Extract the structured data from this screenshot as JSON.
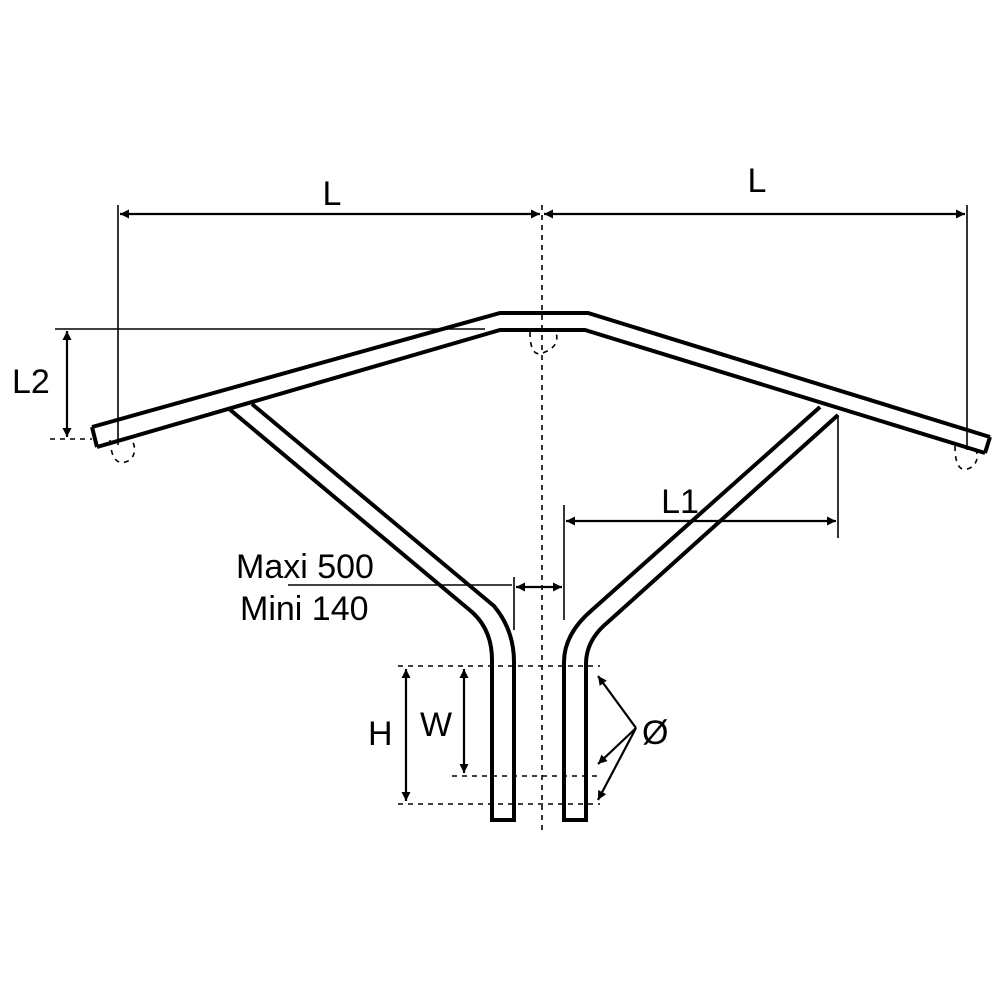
{
  "labels": {
    "length_left": "L",
    "length_right": "L",
    "height_l2": "L2",
    "length_l1": "L1",
    "maxi": "Maxi 500",
    "mini": "Mini 140",
    "height_h": "H",
    "width_w": "W",
    "diameter": "Ø"
  }
}
